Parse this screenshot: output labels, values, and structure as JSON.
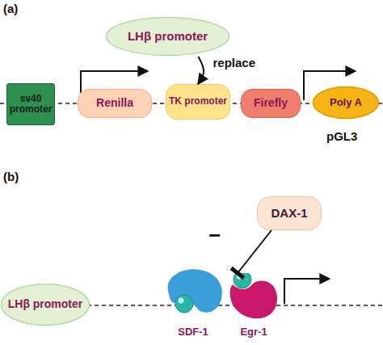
{
  "diagram": {
    "nodes": [
      {
        "text": [
          "LHβ promoter"
        ]
      },
      {
        "text": [
          "sv40 promoter"
        ]
      },
      {
        "text": [
          "Renilla"
        ]
      },
      {
        "text": [
          "TK promoter"
        ]
      },
      {
        "text": [
          "Firefly"
        ]
      },
      {
        "text": [
          "Poly A"
        ]
      },
      {
        "text": [
          "DAX-1"
        ]
      },
      {
        "text": [
          "LHβ promoter"
        ]
      },
      {
        "text": [
          "SDF-1"
        ]
      },
      {
        "text": [
          "Egr-1"
        ]
      }
    ],
    "edges": [
      {
        "from": 0,
        "to": 3,
        "arrow": "to",
        "label": "replace"
      },
      {
        "from": 6,
        "to": 9,
        "arrow": "to"
      }
    ],
    "labels": [
      "(a)",
      "pGL3",
      "(b)",
      "−"
    ]
  }
}
